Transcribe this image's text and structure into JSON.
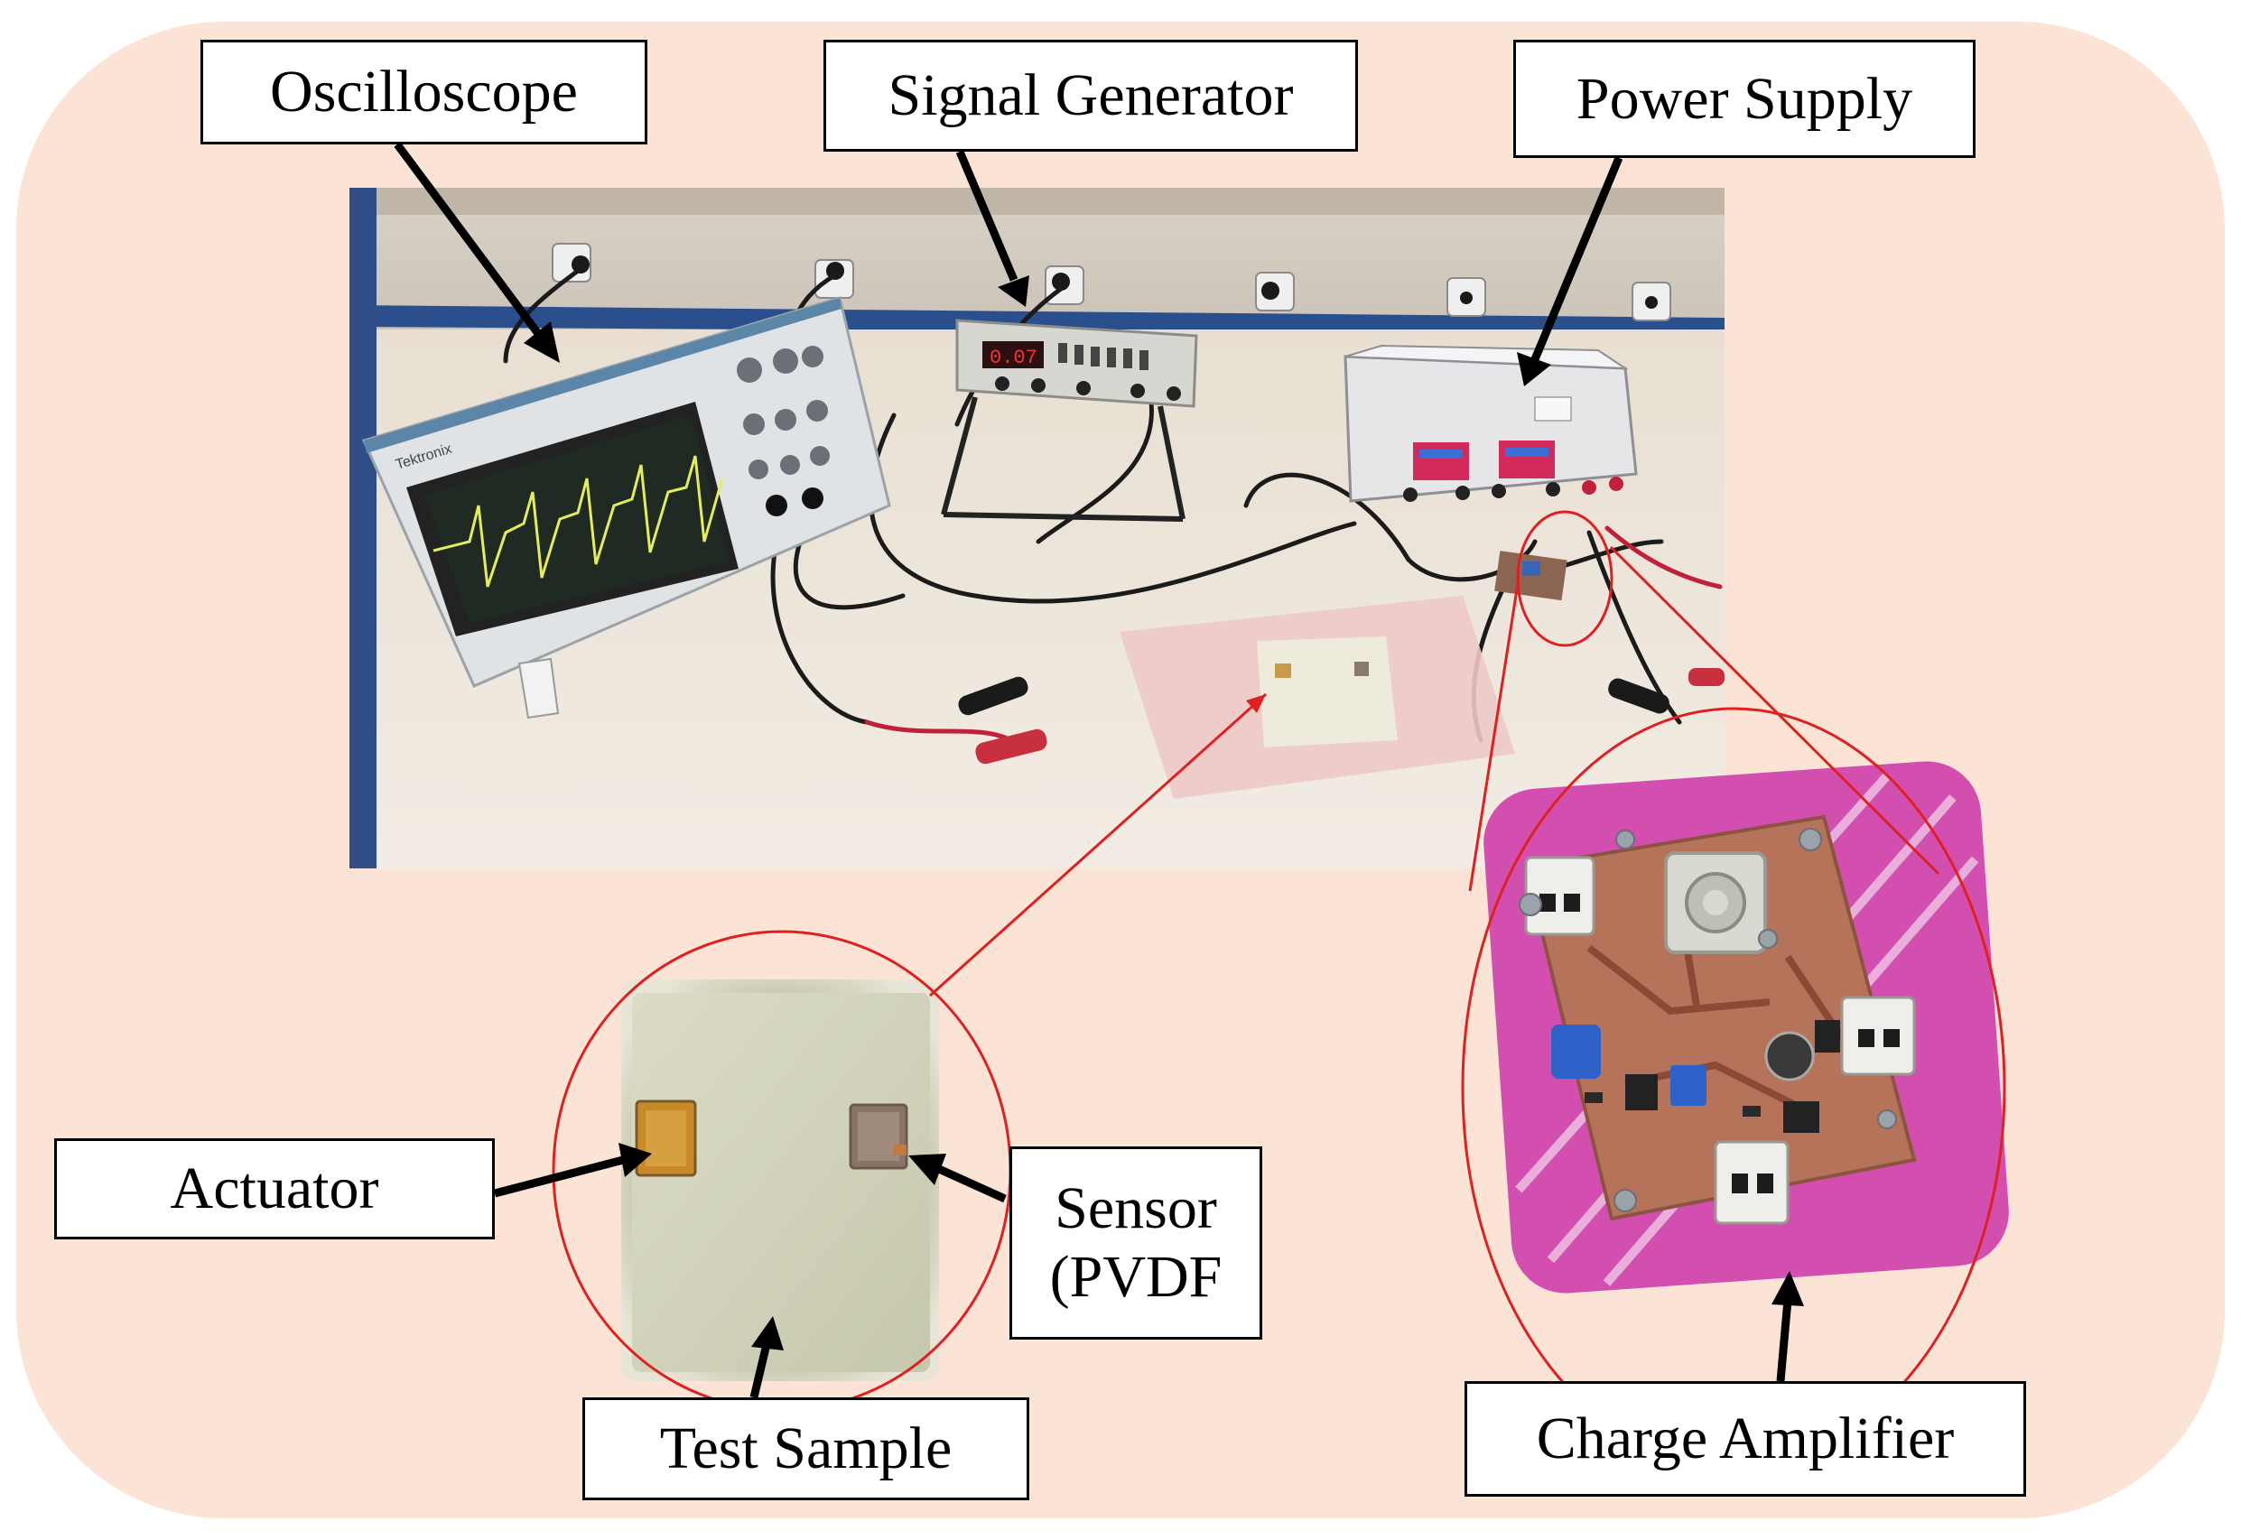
{
  "labels": {
    "oscilloscope": "Oscilloscope",
    "signal_generator": "Signal Generator",
    "power_supply": "Power Supply",
    "actuator": "Actuator",
    "sensor_line1": "Sensor",
    "sensor_line2": "(PVDF",
    "test_sample": "Test Sample",
    "charge_amplifier": "Charge Amplifier"
  },
  "photo_text": {
    "scope_brand": "Tektronix",
    "generator_display": "0.07"
  },
  "colors": {
    "background_panel": "#fbe3d6",
    "callout_circle": "#e02020",
    "arrow": "#000000",
    "pcb": "#b5735a",
    "pcb_bag": "#d24fb0"
  }
}
